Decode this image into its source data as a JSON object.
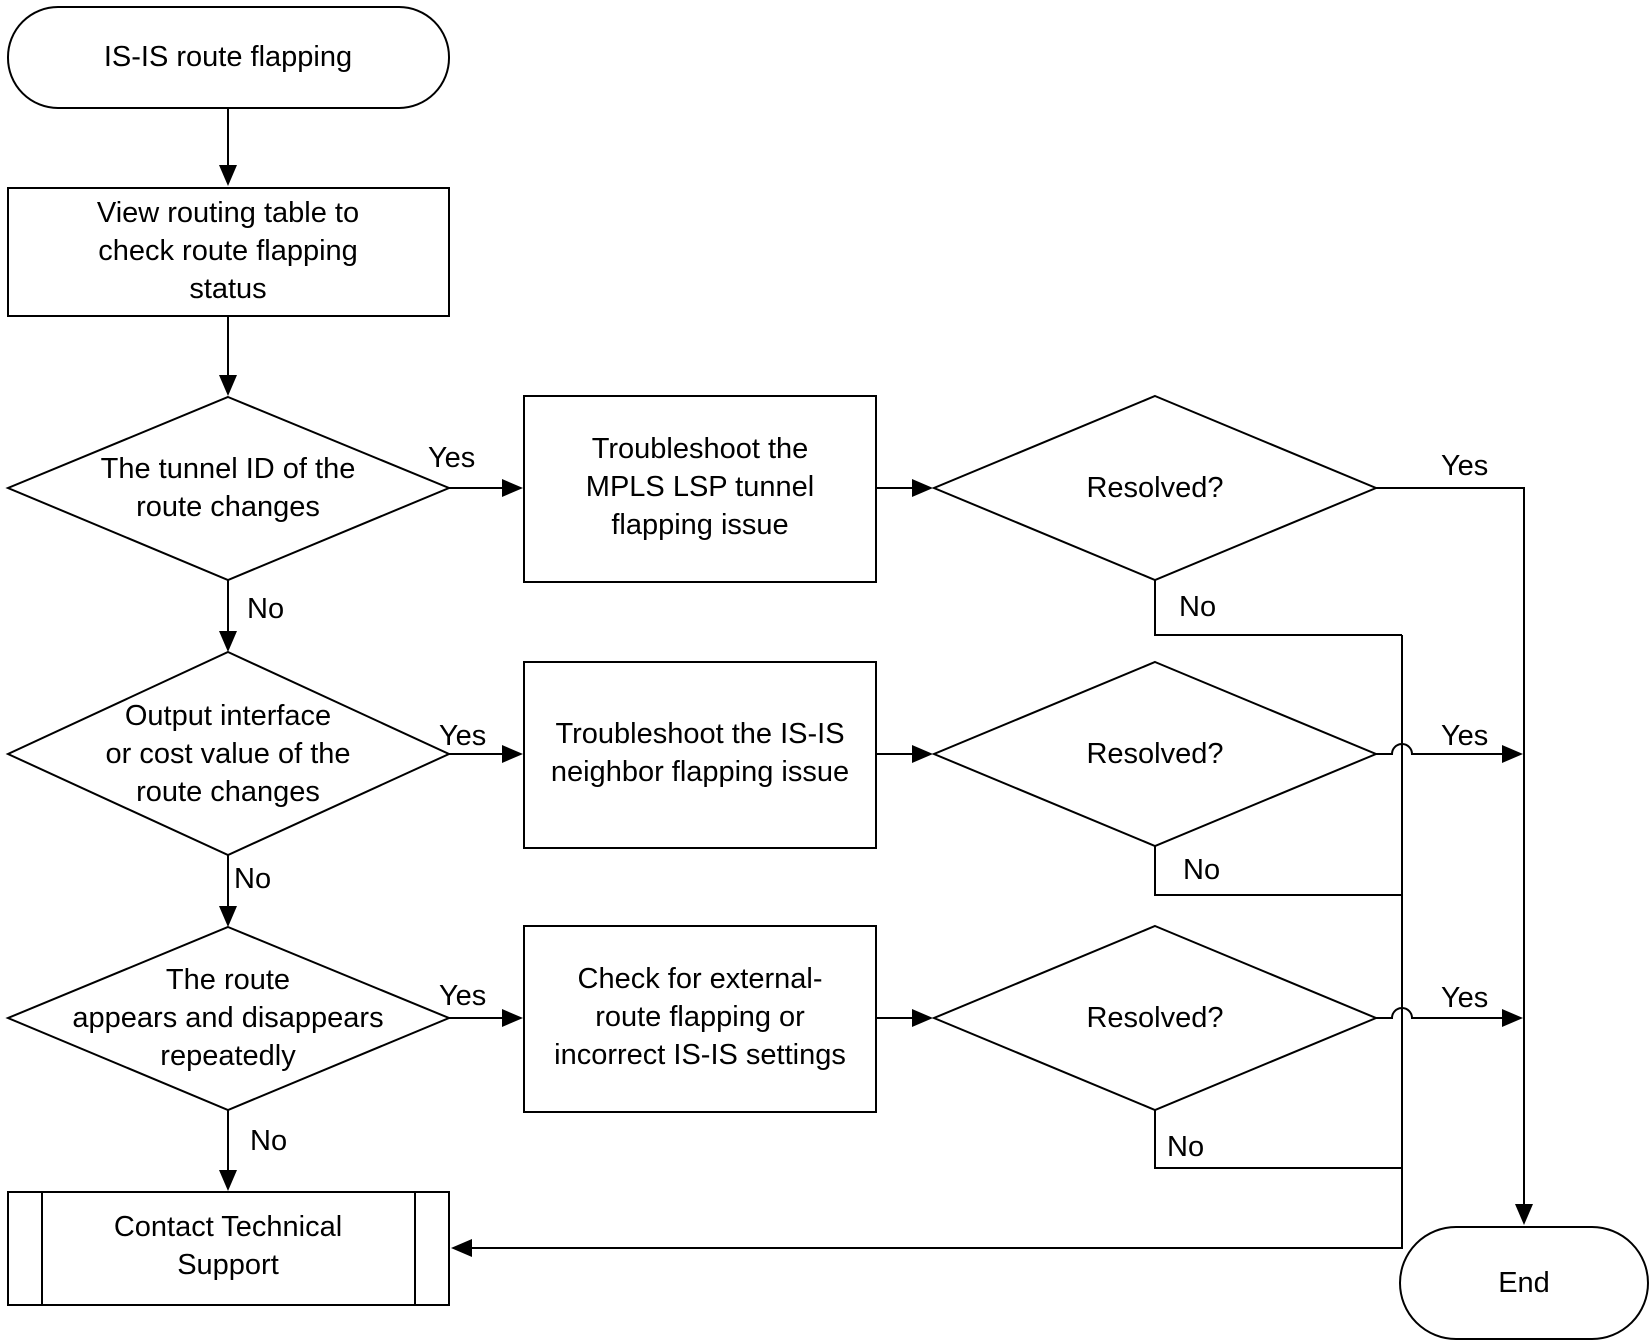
{
  "nodes": {
    "start": {
      "lines": [
        "IS-IS route flapping"
      ]
    },
    "view_table": {
      "lines": [
        "View routing table to",
        "check route flapping",
        "status"
      ]
    },
    "dec_tunnel": {
      "lines": [
        "The tunnel ID of the",
        "route changes"
      ]
    },
    "dec_output": {
      "lines": [
        "Output interface",
        "or cost value of the",
        "route changes"
      ]
    },
    "dec_route": {
      "lines": [
        "The route",
        "appears and disappears",
        "repeatedly"
      ]
    },
    "act_mpls": {
      "lines": [
        "Troubleshoot the",
        "MPLS LSP tunnel",
        "flapping issue"
      ]
    },
    "act_neighbor": {
      "lines": [
        "Troubleshoot the IS-IS",
        "neighbor flapping issue"
      ]
    },
    "act_external": {
      "lines": [
        "Check for external-",
        "route flapping or",
        "incorrect IS-IS settings"
      ]
    },
    "res1": {
      "lines": [
        "Resolved?"
      ]
    },
    "res2": {
      "lines": [
        "Resolved?"
      ]
    },
    "res3": {
      "lines": [
        "Resolved?"
      ]
    },
    "contact": {
      "lines": [
        "Contact Technical",
        "Support"
      ]
    },
    "end": {
      "lines": [
        "End"
      ]
    }
  },
  "edge_labels": {
    "tunnel_yes": "Yes",
    "tunnel_no": "No",
    "output_yes": "Yes",
    "output_no": "No",
    "route_yes": "Yes",
    "route_no": "No",
    "res1_yes": "Yes",
    "res1_no": "No",
    "res2_yes": "Yes",
    "res2_no": "No",
    "res3_yes": "Yes",
    "res3_no": "No"
  }
}
